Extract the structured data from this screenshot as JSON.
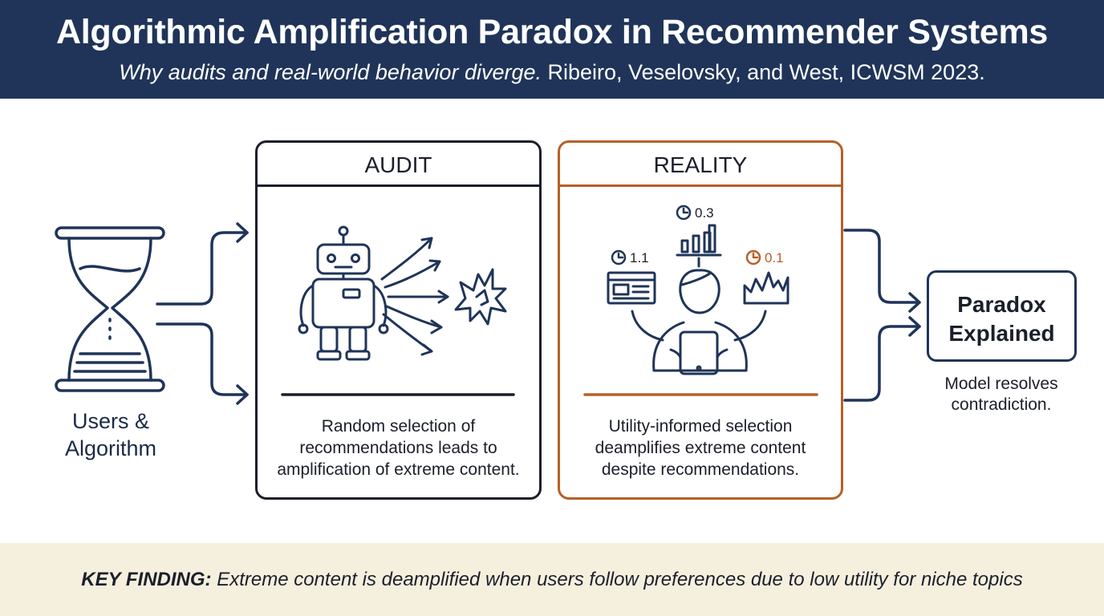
{
  "header": {
    "title": "Algorithmic Amplification Paradox in Recommender Systems",
    "subtitle_italic": "Why audits and real-world behavior diverge.",
    "subtitle_citation": "Ribeiro, Veselovsky, and West, ICWSM 2023."
  },
  "users": {
    "label_line1": "Users &",
    "label_line2": "Algorithm",
    "icon": "hourglass-icon"
  },
  "audit": {
    "title": "AUDIT",
    "desc_line1": "Random selection of",
    "desc_line2": "recommendations leads to",
    "desc_line3": "amplification of extreme content.",
    "icons": [
      "robot-icon",
      "burst-icon"
    ]
  },
  "reality": {
    "title": "REALITY",
    "metrics": {
      "top": "0.3",
      "left": "1.1",
      "right": "0.1"
    },
    "desc_line1": "Utility-informed selection",
    "desc_line2": "deamplifies extreme content",
    "desc_line3": "despite recommendations.",
    "icons": [
      "bar-chart-icon",
      "news-article-icon",
      "spiky-chart-icon",
      "person-with-tablet-icon",
      "clock-icon"
    ]
  },
  "paradox": {
    "line1": "Paradox",
    "line2": "Explained",
    "caption_line1": "Model resolves",
    "caption_line2": "contradiction."
  },
  "footer": {
    "key_label": "KEY FINDING:",
    "text": "Extreme content is deamplified when users follow preferences due to low utility for niche topics"
  },
  "colors": {
    "navy": "#1f3458",
    "accent_orange": "#b5602a",
    "footer_bg": "#f5efde"
  }
}
